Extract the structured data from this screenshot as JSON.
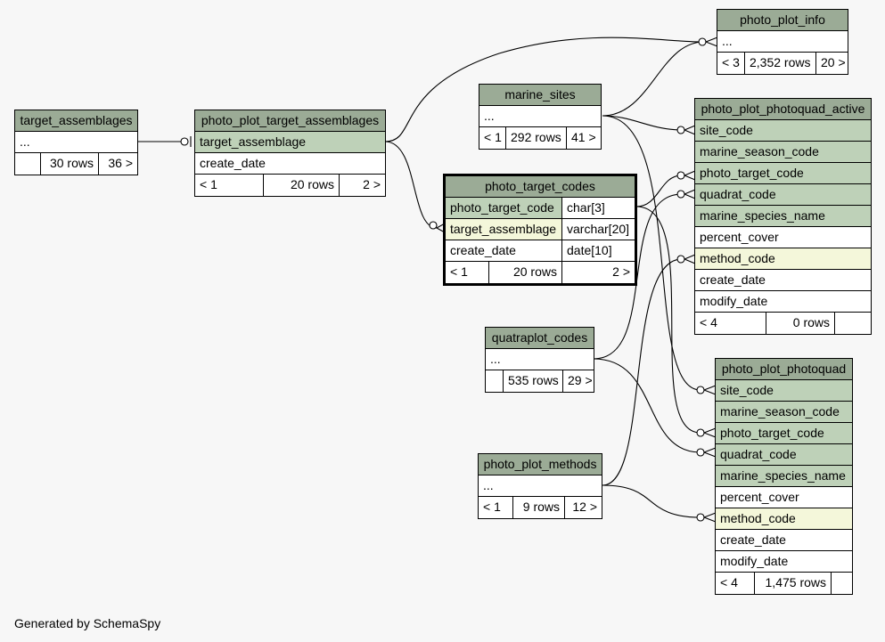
{
  "footer": "Generated by SchemaSpy",
  "tables": {
    "target_assemblages": {
      "title": "target_assemblages",
      "cols": [
        {
          "name": "..."
        }
      ],
      "stats": {
        "parents": "",
        "rows": "30 rows",
        "children": "36 >"
      }
    },
    "photo_plot_target_assemblages": {
      "title": "photo_plot_target_assemblages",
      "cols": [
        {
          "name": "target_assemblage"
        },
        {
          "name": "create_date"
        }
      ],
      "stats": {
        "parents": "< 1",
        "rows": "20 rows",
        "children": "2 >"
      }
    },
    "marine_sites": {
      "title": "marine_sites",
      "cols": [
        {
          "name": "..."
        }
      ],
      "stats": {
        "parents": "< 1",
        "rows": "292 rows",
        "children": "41 >"
      }
    },
    "photo_target_codes": {
      "title": "photo_target_codes",
      "cols": [
        {
          "name": "photo_target_code",
          "type": "char[3]"
        },
        {
          "name": "target_assemblage",
          "type": "varchar[20]"
        },
        {
          "name": "create_date",
          "type": "date[10]"
        }
      ],
      "stats": {
        "parents": "< 1",
        "rows": "20 rows",
        "children": "2 >"
      }
    },
    "photo_plot_info": {
      "title": "photo_plot_info",
      "cols": [
        {
          "name": "..."
        }
      ],
      "stats": {
        "parents": "< 3",
        "rows": "2,352 rows",
        "children": "20 >"
      }
    },
    "photo_plot_photoquad_active": {
      "title": "photo_plot_photoquad_active",
      "cols": [
        {
          "name": "site_code"
        },
        {
          "name": "marine_season_code"
        },
        {
          "name": "photo_target_code"
        },
        {
          "name": "quadrat_code"
        },
        {
          "name": "marine_species_name"
        },
        {
          "name": "percent_cover"
        },
        {
          "name": "method_code"
        },
        {
          "name": "create_date"
        },
        {
          "name": "modify_date"
        }
      ],
      "stats": {
        "parents": "< 4",
        "rows": "0 rows",
        "children": ""
      }
    },
    "quatraplot_codes": {
      "title": "quatraplot_codes",
      "cols": [
        {
          "name": "..."
        }
      ],
      "stats": {
        "parents": "",
        "rows": "535 rows",
        "children": "29 >"
      }
    },
    "photo_plot_methods": {
      "title": "photo_plot_methods",
      "cols": [
        {
          "name": "..."
        }
      ],
      "stats": {
        "parents": "< 1",
        "rows": "9 rows",
        "children": "12 >"
      }
    },
    "photo_plot_photoquad": {
      "title": "photo_plot_photoquad",
      "cols": [
        {
          "name": "site_code"
        },
        {
          "name": "marine_season_code"
        },
        {
          "name": "photo_target_code"
        },
        {
          "name": "quadrat_code"
        },
        {
          "name": "marine_species_name"
        },
        {
          "name": "percent_cover"
        },
        {
          "name": "method_code"
        },
        {
          "name": "create_date"
        },
        {
          "name": "modify_date"
        }
      ],
      "stats": {
        "parents": "< 4",
        "rows": "1,475 rows",
        "children": ""
      }
    }
  },
  "colors": {
    "background": "#f7f7f7",
    "header": "#9bab96",
    "primary_key": "#bed1b8",
    "foreign_key": "#f4f7da"
  }
}
